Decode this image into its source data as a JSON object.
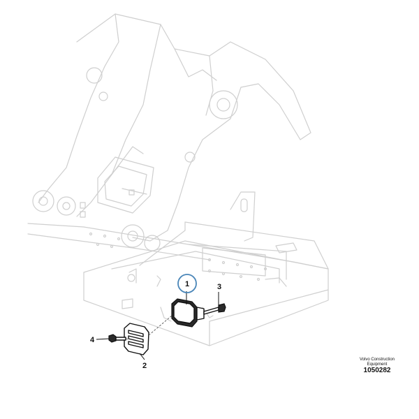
{
  "callouts": {
    "c1": "1",
    "c2": "2",
    "c3": "3",
    "c4": "4"
  },
  "highlight_color": "#4a86b8",
  "credit": {
    "line1": "Volvo Construction",
    "line2": "Equipment"
  },
  "figure_ref": "1050282"
}
